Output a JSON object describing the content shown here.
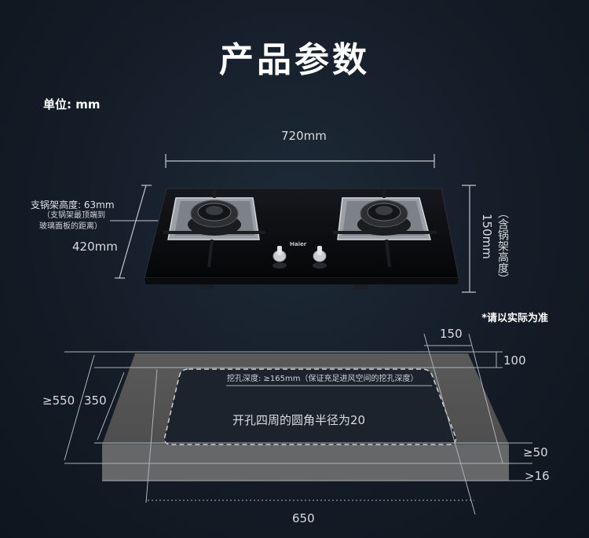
{
  "header": {
    "title": "产品参数",
    "unit": "单位: mm",
    "note": "*请以实际为准"
  },
  "stove": {
    "width_label": "720mm",
    "depth_label": "420mm",
    "pan_support_label": "支锅架高度: 63mm",
    "pan_support_note_1": "（支锅架最顶端到",
    "pan_support_note_2": "玻璃面板的距离）",
    "height_label": "150mm",
    "height_note": "（含锅架高度）",
    "brand_logo": "Haier"
  },
  "cutout": {
    "top_margin": "150",
    "top_side": "100",
    "depth_label": "挖孔深度: ≥165mm（保证充足进风空间的挖孔深度）",
    "corner_note": "开孔四周的圆角半径为20",
    "outer_depth": "≥550",
    "hole_depth": "350",
    "front_margin": "≥50",
    "thickness": ">16",
    "hole_width": "650"
  },
  "colors": {
    "background": "#141c27",
    "glass": "#0b0d10",
    "counter": "#5c5c5c",
    "line": "#b8bcc2"
  }
}
